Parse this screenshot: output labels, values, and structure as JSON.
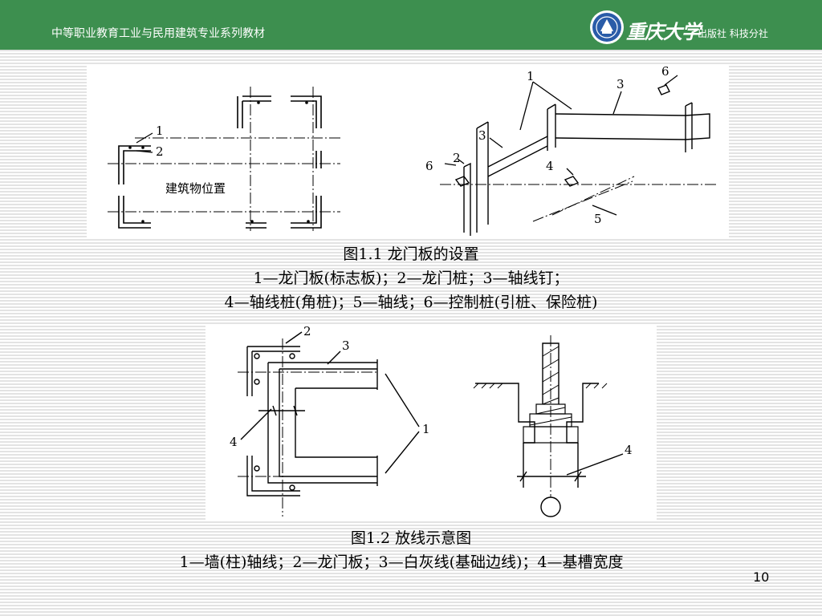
{
  "header": {
    "series_title": "中等职业教育工业与民用建筑专业系列教材",
    "publisher_logo_text": "重庆大学",
    "publisher_suffix": "出版社  科技分社",
    "brand_color": "#3d8f4f",
    "logo_icon": "university-seal-icon"
  },
  "figure1": {
    "left_plan_label": "建筑物位置",
    "callouts": {
      "n1": "1",
      "n2": "2",
      "n3": "3",
      "n4": "4",
      "n5": "5",
      "n6": "6"
    }
  },
  "caption1": {
    "title": "图1.1  龙门板的设置",
    "line1": "1—龙门板(标志板)；2—龙门桩；3—轴线钉；",
    "line2": "4—轴线桩(角桩)；5—轴线；6—控制桩(引桩、保险桩)"
  },
  "figure2": {
    "callouts": {
      "n1": "1",
      "n2": "2",
      "n3": "3",
      "n4": "4"
    }
  },
  "caption2": {
    "title": "图1.2  放线示意图",
    "line1": "1—墙(柱)轴线；2—龙门板；3—白灰线(基础边线)；4—基槽宽度"
  },
  "page": {
    "number": "10"
  }
}
